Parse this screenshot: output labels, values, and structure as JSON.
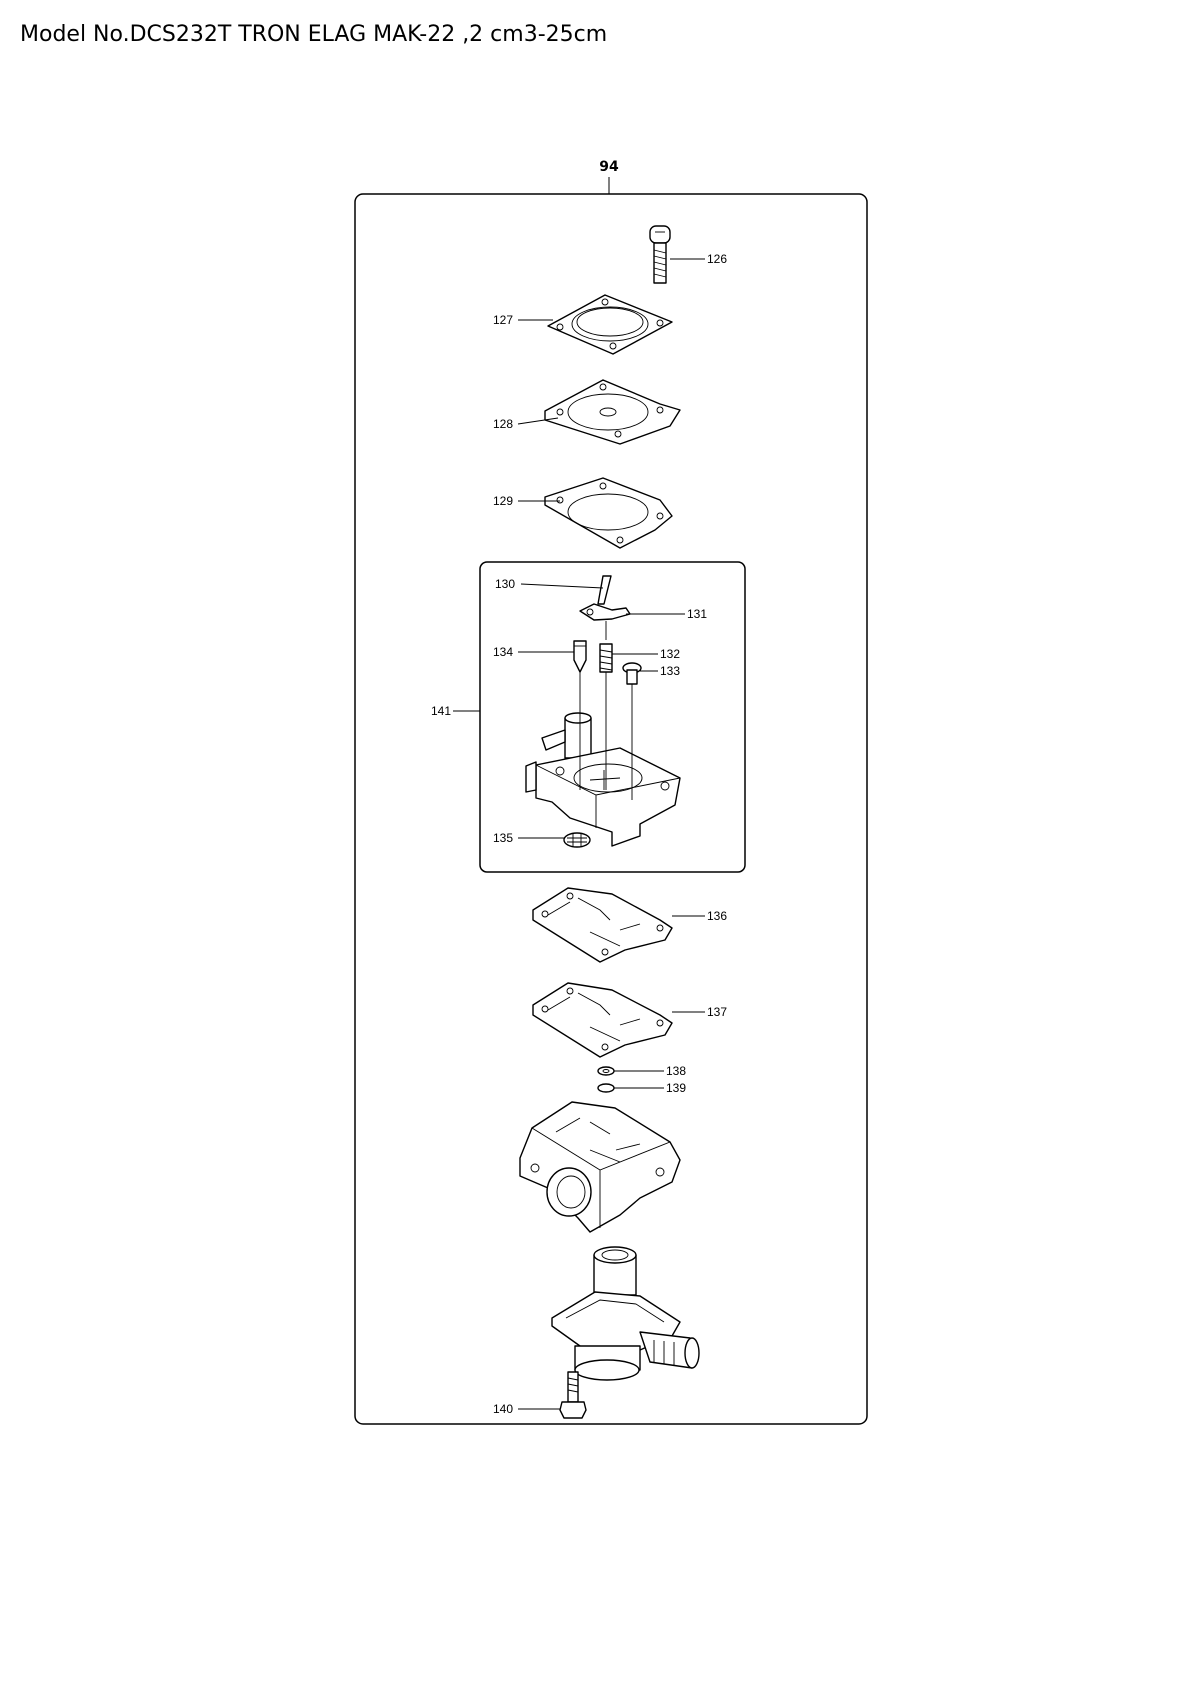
{
  "header": {
    "title": "Model No.DCS232T TRON ELAG MAK-22 ,2 cm3-25cm"
  },
  "assembly": {
    "label": "94"
  },
  "callouts": {
    "c126": "126",
    "c127": "127",
    "c128": "128",
    "c129": "129",
    "c130": "130",
    "c131": "131",
    "c132": "132",
    "c133": "133",
    "c134": "134",
    "c135": "135",
    "c136": "136",
    "c137": "137",
    "c138": "138",
    "c139": "139",
    "c140": "140",
    "c141": "141"
  }
}
